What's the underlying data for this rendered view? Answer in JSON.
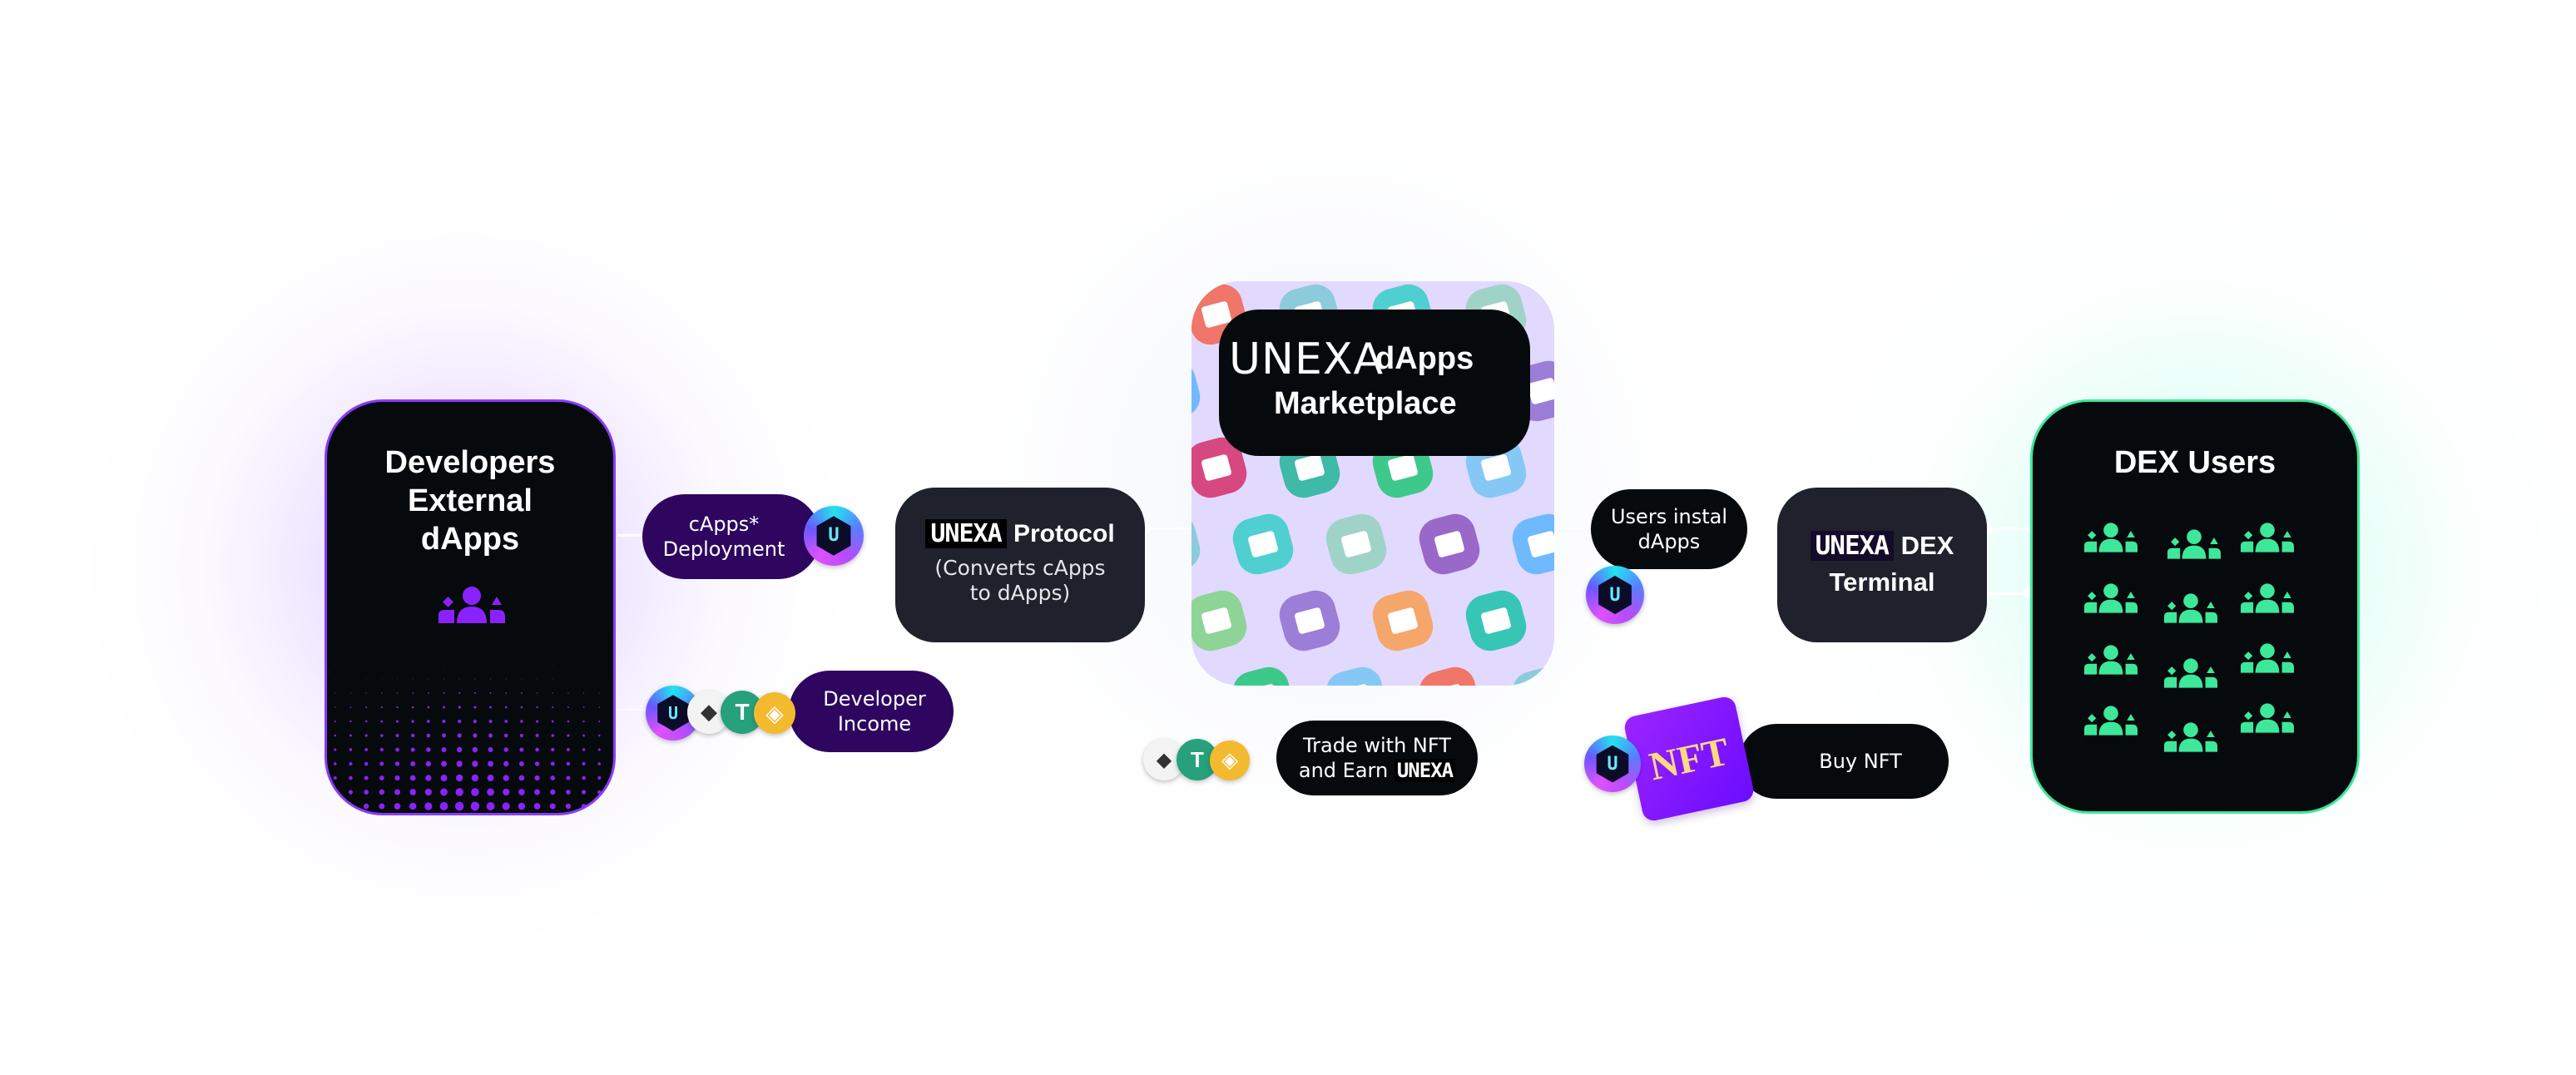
{
  "developers_card": {
    "title_lines": [
      "Developers",
      "External",
      "dApps"
    ],
    "icon": "users-group-icon",
    "accent": "#8a3bff"
  },
  "capps_pill": {
    "lines": [
      "cApps*",
      "Deployment"
    ],
    "token_icon": "unexa-token-icon"
  },
  "income_pill": {
    "lines": [
      "Developer",
      "Income"
    ],
    "token_icons": [
      "unexa-token-icon",
      "ethereum-icon",
      "tether-icon",
      "bnb-icon"
    ]
  },
  "protocol_node": {
    "brand": "UNEXA",
    "title": "Protocol",
    "subtitle_lines": [
      "(Converts cApps",
      "to dApps)"
    ]
  },
  "marketplace": {
    "brand": "UNEXA",
    "title": "dApps",
    "subtitle": "Marketplace",
    "background": "#e2d9ff"
  },
  "trade_pill": {
    "line1": "Trade with NFT",
    "line2_prefix": "and Earn",
    "line2_brand": "UNEXA",
    "token_icons": [
      "ethereum-icon",
      "tether-icon",
      "bnb-icon"
    ]
  },
  "install_pill": {
    "lines": [
      "Users instal",
      "dApps"
    ],
    "token_icon": "unexa-token-icon"
  },
  "terminal_node": {
    "brand": "UNEXA",
    "title": "DEX",
    "subtitle": "Terminal"
  },
  "buy_nft": {
    "badge": "NFT",
    "label": "Buy NFT",
    "token_icon": "unexa-token-icon"
  },
  "dex_users_card": {
    "title": "DEX Users",
    "icon": "users-group-icon",
    "icon_count": 12,
    "accent": "#3de89a"
  },
  "coin_glyphs": {
    "unexa": "U",
    "eth": "◆",
    "usdt": "T",
    "bnb": "◈"
  }
}
